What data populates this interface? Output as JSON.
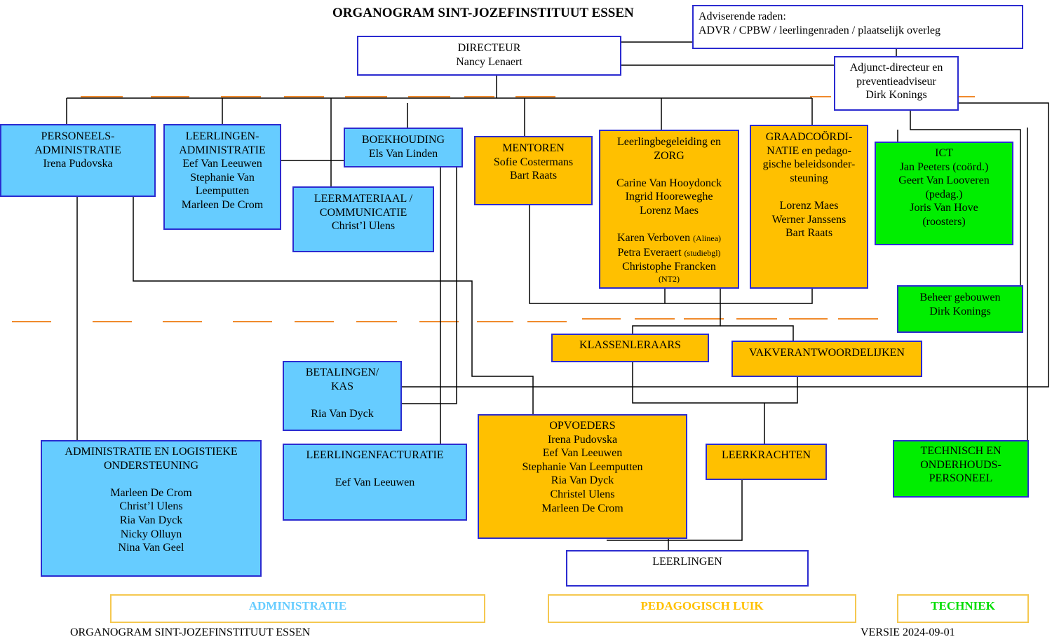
{
  "title": "ORGANOGRAM SINT-JOZEFINSTITUUT ESSEN",
  "adviserende_raden": {
    "heading": "Adviserende raden:",
    "members": "ADVR / CPBW / leerlingenraden / plaatselijk overleg"
  },
  "boxes": {
    "directeur": [
      "DIRECTEUR",
      "Nancy Lenaert"
    ],
    "adjunct": [
      "Adjunct-directeur en",
      "preventieadviseur",
      "Dirk Konings"
    ],
    "personeelsadmin": [
      "PERSONEELS-",
      "ADMINISTRATIE",
      "Irena Pudovska"
    ],
    "leerlingenadmin": [
      "LEERLINGEN-",
      "ADMINISTRATIE",
      "Eef Van Leeuwen",
      "Stephanie Van",
      "Leemputten",
      "Marleen De Crom"
    ],
    "boekhouding": [
      "BOEKHOUDING",
      "Els Van Linden"
    ],
    "leermateriaal": [
      "LEERMATERIAAL /",
      "COMMUNICATIE",
      "Christ’l Ulens"
    ],
    "mentoren": [
      "MENTOREN",
      "Sofie Costermans",
      "Bart Raats"
    ],
    "zorg": {
      "lines": [
        "Leerlingbegeleiding en",
        "ZORG",
        "",
        "Carine Van Hooydonck",
        "Ingrid Hooreweghe",
        "Lorenz Maes",
        ""
      ],
      "rich": [
        {
          "name": "Karen Verboven ",
          "note": "(Alinea)"
        },
        {
          "name": "Petra Everaert ",
          "note": "(studiebgl)"
        },
        {
          "name": "Christophe Francken",
          "note": ""
        }
      ],
      "last": "(NT2)"
    },
    "graad": [
      "GRAADCOÖRDI-",
      "NATIE en pedago-",
      "gische beleidsonder-",
      "steuning",
      "",
      "Lorenz Maes",
      "Werner Janssens",
      "Bart Raats"
    ],
    "ict": [
      "ICT",
      "Jan Peeters (coörd.)",
      "Geert Van Looveren",
      "(pedag.)",
      "Joris Van Hove",
      "(roosters)"
    ],
    "beheer": [
      "Beheer gebouwen",
      "Dirk Konings"
    ],
    "klassenleraars": [
      "KLASSENLERAARS"
    ],
    "vakverantwoordelijken": [
      "VAKVERANTWOORDELIJKEN"
    ],
    "betalingen": [
      "BETALINGEN/",
      "KAS",
      "",
      "Ria Van Dyck"
    ],
    "admin_logistiek": [
      "ADMINISTRATIE EN LOGISTIEKE",
      "ONDERSTEUNING",
      "",
      "Marleen De Crom",
      "Christ’l Ulens",
      "Ria Van Dyck",
      "Nicky Olluyn",
      "Nina Van Geel"
    ],
    "facturatie": [
      "LEERLINGENFACTURATIE",
      "",
      "Eef Van Leeuwen"
    ],
    "opvoeders": [
      "OPVOEDERS",
      "Irena Pudovska",
      "Eef Van Leeuwen",
      "Stephanie Van Leemputten",
      "Ria Van Dyck",
      "Christel Ulens",
      "Marleen De Crom"
    ],
    "leerkrachten": [
      "LEERKRACHTEN"
    ],
    "technisch": [
      "TECHNISCH EN",
      "ONDERHOUDS-",
      "PERSONEEL"
    ],
    "leerlingen": [
      "LEERLINGEN"
    ]
  },
  "legend": {
    "administratie": "ADMINISTRATIE",
    "pedagogisch": "PEDAGOGISCH LUIK",
    "techniek": "TECHNIEK"
  },
  "colors": {
    "administratie": "#66ccff",
    "pedagogisch": "#ffc000",
    "techniek": "#00ee00",
    "border": "#2b2bd0",
    "dashed": "#f08a2c"
  },
  "footer": {
    "left": "ORGANOGRAM SINT-JOZEFINSTITUUT ESSEN",
    "right": "VERSIE 2024-09-01"
  }
}
